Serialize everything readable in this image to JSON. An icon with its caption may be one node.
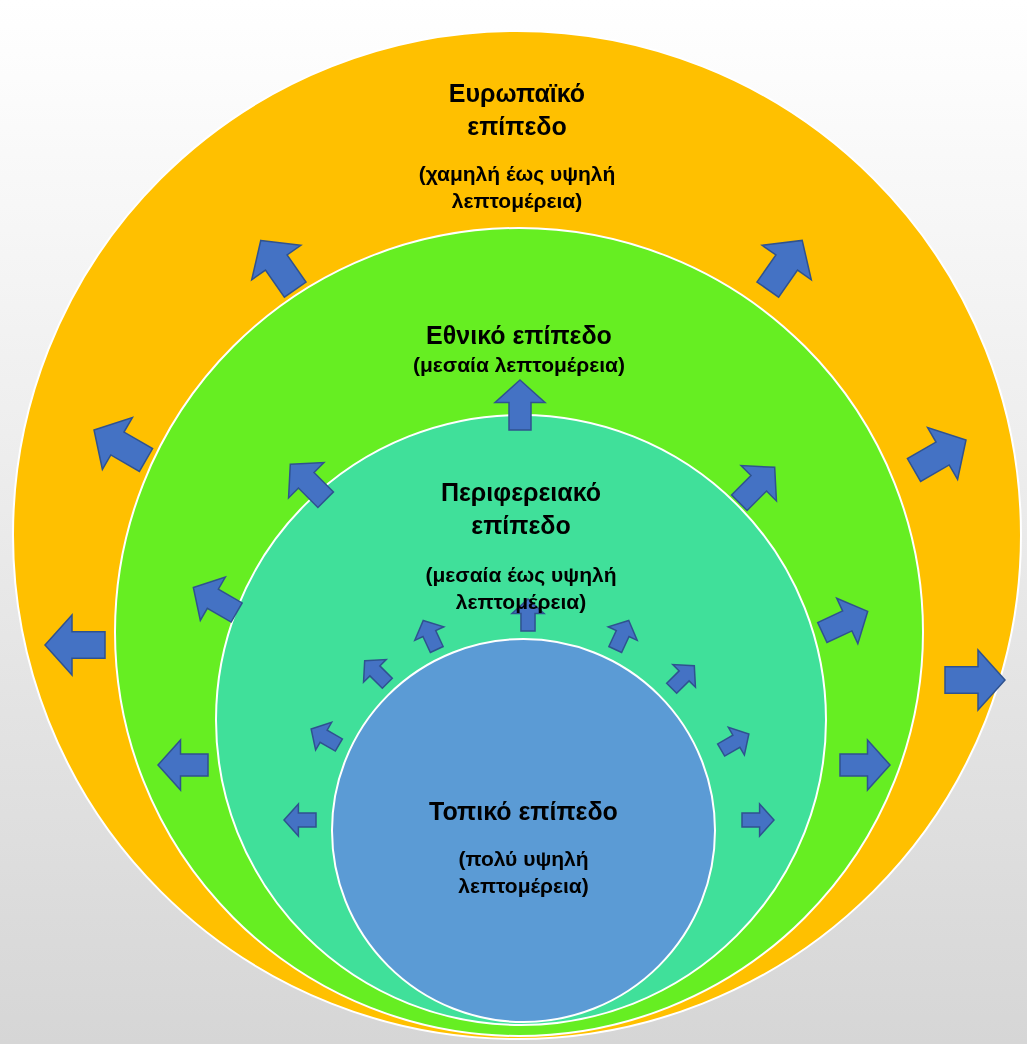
{
  "diagram": {
    "nodes": [
      {
        "text": [
          "Ευρωπαϊκό επίπεδο",
          "(χαμηλή έως υψηλή λεπτομέρεια)"
        ]
      },
      {
        "text": [
          "Εθνικό επίπεδο",
          "(μεσαία λεπτομέρεια)"
        ],
        "in": 0
      },
      {
        "text": [
          "Περιφερειακό επίπεδο",
          "(μεσαία έως υψηλή λεπτομέρεια)"
        ],
        "in": 1
      },
      {
        "text": [
          "Τοπικό επίπεδο",
          "(πολύ υψηλή λεπτομέρεια)"
        ],
        "in": 2
      }
    ]
  }
}
